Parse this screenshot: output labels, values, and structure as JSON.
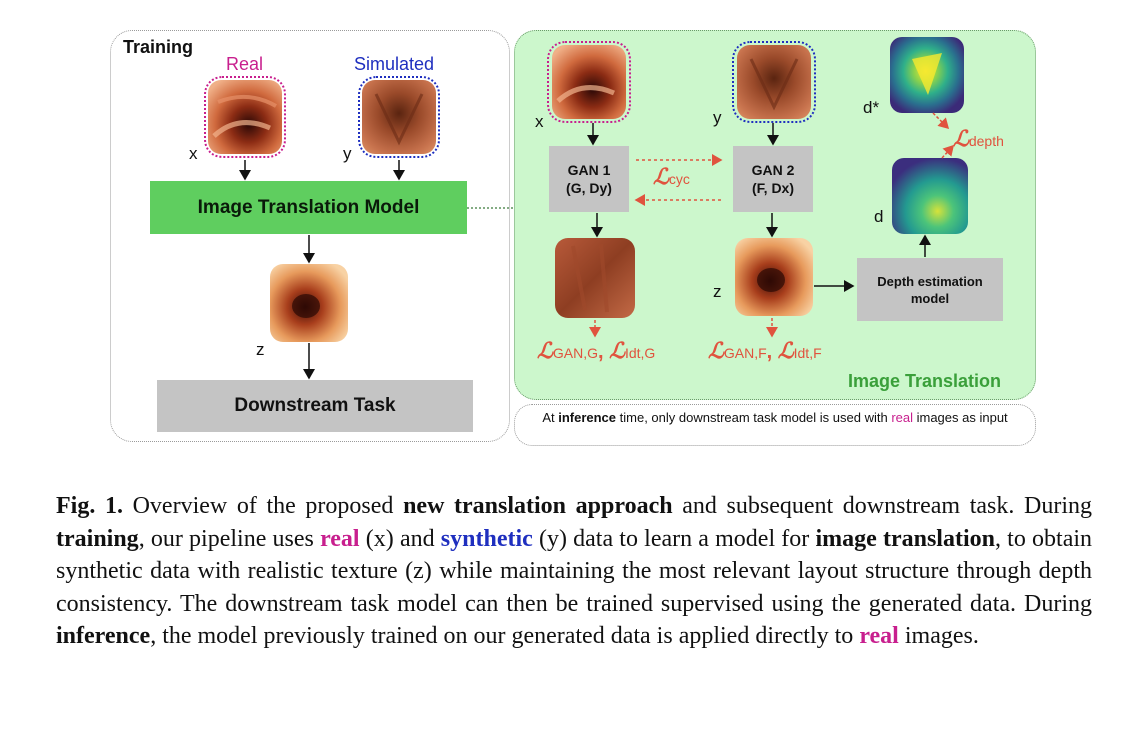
{
  "training": {
    "title": "Training",
    "real_label": "Real",
    "simulated_label": "Simulated",
    "x_label": "x",
    "y_label": "y",
    "z_label": "z",
    "itm_label": "Image Translation Model",
    "downstream_label": "Downstream Task"
  },
  "translation": {
    "x_label": "x",
    "y_label": "y",
    "z_label": "z",
    "d_label": "d",
    "dstar_label": "d*",
    "gan1_line1": "GAN 1",
    "gan1_line2": "(G, Dy)",
    "gan2_line1": "GAN 2",
    "gan2_line2": "(F, Dx)",
    "depth_line1": "Depth estimation",
    "depth_line2": "model",
    "loss_cyc_sub": "cyc",
    "loss_depth_sub": "depth",
    "loss_g_sub1": "GAN,G",
    "loss_g_sub2": "Idt,G",
    "loss_f_sub1": "GAN,F",
    "loss_f_sub2": "Idt,F",
    "loss_symbol": "ℒ",
    "title": "Image Translation"
  },
  "note": {
    "pre": "At ",
    "bold": "inference",
    "mid": " time, only downstream task model is used with ",
    "real": "real",
    "post": " images as input"
  },
  "caption": {
    "fig": "Fig. 1.",
    "t1": " Overview of the proposed ",
    "b1": "new translation approach",
    "t2": " and subsequent downstream task. During ",
    "b2": "training",
    "t3": ", our pipeline uses ",
    "real1": "real",
    "t4": " (x) and ",
    "synthetic": "synthetic",
    "t5": " (y) data to learn a model for ",
    "b3": "image translation",
    "t6": ", to obtain synthetic data with realistic texture (z) while maintaining the most relevant layout structure through depth consistency. The downstream task model can then be trained supervised using the generated data. During ",
    "b4": "inference",
    "t7": ", the model previously trained on our generated data is applied directly to ",
    "real2": "real",
    "t8": " images."
  },
  "colors": {
    "real": "#c81f8e",
    "simulated": "#1f2fbf",
    "loss": "#e0533e",
    "panel_green": "#ccf7cc",
    "itm_green": "#5fce5f",
    "gray_box": "#c4c4c4"
  }
}
